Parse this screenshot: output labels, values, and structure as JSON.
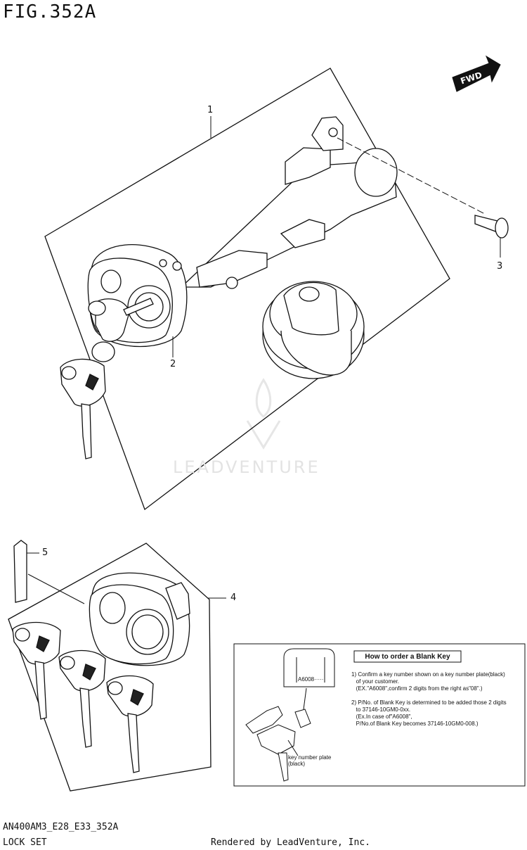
{
  "figure": {
    "title": "FIG.352A",
    "code": "AN400AM3_E28_E33_352A",
    "part_name": "LOCK SET"
  },
  "footer": {
    "rendered_by": "Rendered by LeadVenture, Inc."
  },
  "watermark": {
    "text": "LEADVENTURE"
  },
  "direction": {
    "label": "FWD"
  },
  "callouts": [
    "1",
    "2",
    "3",
    "4",
    "5"
  ],
  "info_box": {
    "title": "How to order a Blank Key",
    "step1": "1) Confirm a key number shown on a key number plate(black)\n   of your customer.\n   (EX.\"A6008\",confirm 2 digits from the right as\"08\".)",
    "step2": "2) P/No. of Blank Key is determined to be added those 2 digits\n   to 37146-10GM0-0xx.\n   (Ex.In case of\"A6008\",\n   P/No.of Blank Key becomes 37146-10GM0-008.)",
    "plate_text": "A6008·····",
    "plate_label": "key number plate\n(black)"
  }
}
